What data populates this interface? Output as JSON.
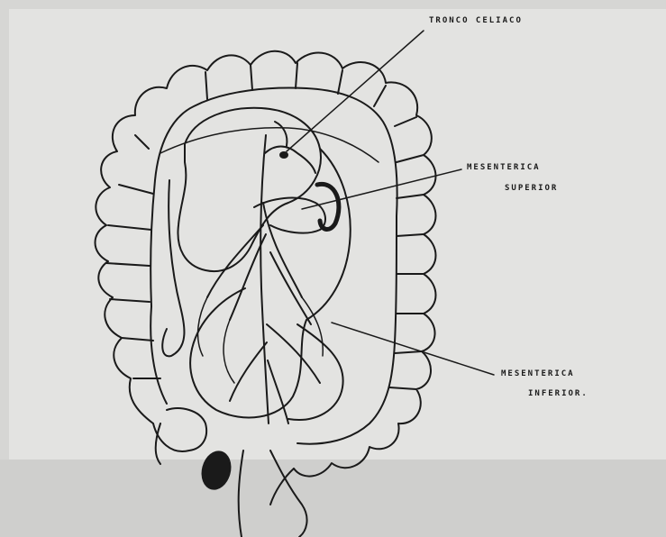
{
  "labels": {
    "celiac_trunk": "TRONCO CELIACO",
    "superior_mesenteric_line1": "MESENTERICA",
    "superior_mesenteric_line2": "SUPERIOR",
    "inferior_mesenteric_line1": "MESENTERICA",
    "inferior_mesenteric_line2": "INFERIOR."
  },
  "colors": {
    "background": "#d6d6d4",
    "paper": "#e3e3e1",
    "ink": "#1a1a1a"
  }
}
